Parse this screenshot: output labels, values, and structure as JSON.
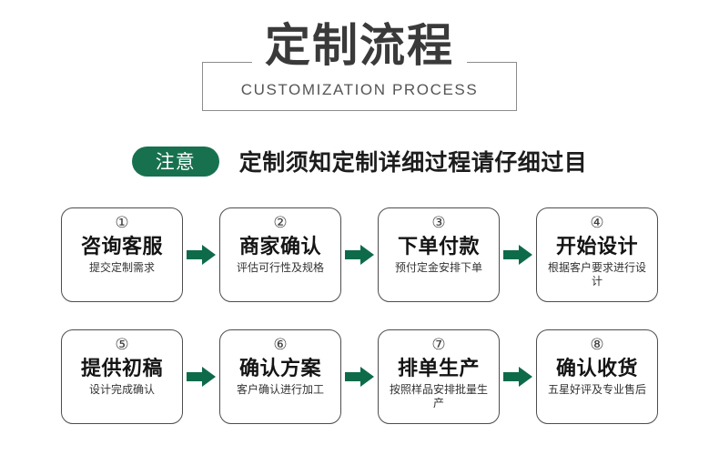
{
  "header": {
    "title_cn": "定制流程",
    "title_en": "CUSTOMIZATION PROCESS"
  },
  "notice": {
    "badge_label": "注意",
    "text": "定制须知定制详细过程请仔细过目"
  },
  "colors": {
    "brand_green": "#17714f",
    "arrow_green": "#0e6b4a",
    "title_gray": "#3a3a3a",
    "border_gray": "#4d4d4d"
  },
  "steps": [
    {
      "number": "①",
      "title": "咨询客服",
      "sub": "提交定制需求"
    },
    {
      "number": "②",
      "title": "商家确认",
      "sub": "评估可行性及规格"
    },
    {
      "number": "③",
      "title": "下单付款",
      "sub": "预付定金安排下单"
    },
    {
      "number": "④",
      "title": "开始设计",
      "sub": "根据客户要求进行设计"
    },
    {
      "number": "⑤",
      "title": "提供初稿",
      "sub": "设计完成确认"
    },
    {
      "number": "⑥",
      "title": "确认方案",
      "sub": "客户确认进行加工"
    },
    {
      "number": "⑦",
      "title": "排单生产",
      "sub": "按照样品安排批量生产"
    },
    {
      "number": "⑧",
      "title": "确认收货",
      "sub": "五星好评及专业售后"
    }
  ]
}
